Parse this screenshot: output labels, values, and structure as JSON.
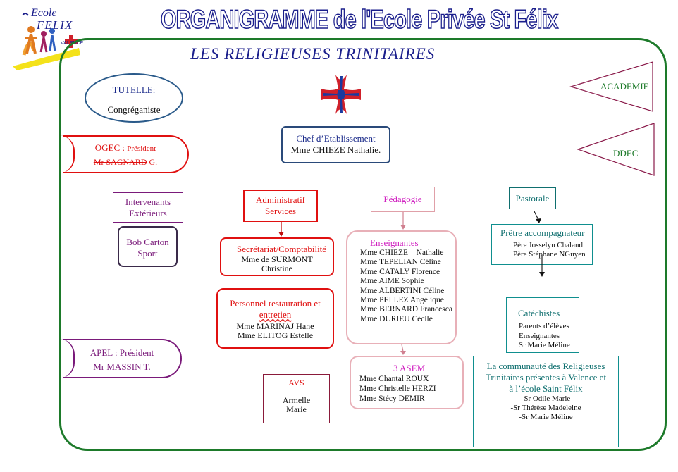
{
  "logo": {
    "line1": "Ecole",
    "line2": "FELIX",
    "city": "VALENCE"
  },
  "title": "ORGANIGRAMME  de l'Ecole Privée St Félix",
  "subtitle": "LES RELIGIEUSES TRINITAIRES",
  "tutelle": {
    "heading": "TUTELLE:",
    "value": "Congréganiste"
  },
  "ogec": {
    "label": "OGEC : ",
    "role": "Président",
    "name_prefix": "Mr  SAGNARD",
    "name_suffix": " G."
  },
  "intervenants": {
    "line1": "Intervenants",
    "line2": "Extérieurs"
  },
  "bob": {
    "line1": "Bob Carton",
    "line2": "Sport"
  },
  "apel": {
    "line1": "APEL : Président",
    "line2": "Mr MASSIN T."
  },
  "chef": {
    "line1": "Chef d’Etablissement",
    "line2": "Mme CHIEZE Nathalie."
  },
  "academie": "ACADEMIE",
  "ddec": "DDEC",
  "administratif": {
    "line1": "Administratif",
    "line2": "Services"
  },
  "secretariat": {
    "heading": "Secrétariat/Comptabilité",
    "line1": "Mme de SURMONT",
    "line2": "Christine"
  },
  "restauration": {
    "heading": "Personnel restauration et",
    "heading2": "entretien",
    "line1": "Mme MARINAJ Hane",
    "line2": "Mme ELITOG Estelle"
  },
  "avs": {
    "heading": "AVS",
    "line1": "Armelle",
    "line2": "Marie"
  },
  "pedagogie": "Pédagogie",
  "enseignantes": {
    "heading": "Enseignantes",
    "names": [
      "Mme CHIEZE    Nathalie",
      "Mme TEPELIAN Céline",
      "Mme CATALY Florence",
      "Mme AIME Sophie",
      "Mme ALBERTINI Céline",
      "Mme PELLEZ Angélique",
      "Mme BERNARD Francesca",
      "Mme DURIEU Cécile"
    ]
  },
  "asem": {
    "heading": "3 ASEM",
    "names": [
      "Mme Chantal ROUX",
      "Mme Christelle HERZI",
      "Mme Stécy DEMIR"
    ]
  },
  "pastorale": "Pastorale",
  "pretre": {
    "heading": "Prêtre accompagnateur",
    "names": [
      "Père Josselyn Chaland",
      "Père Stéphane NGuyen"
    ]
  },
  "catechistes": {
    "heading": "Catéchistes",
    "names": [
      "Parents d’élèves",
      "Enseignantes",
      "Sr Marie Méline"
    ]
  },
  "communaute": {
    "heading1": "La communauté des Religieuses",
    "heading2": "Trinitaires présentes à Valence et",
    "heading3": "à l’école Saint Félix",
    "names": [
      "-Sr Odile Marie",
      "-Sr Thérèse Madeleine",
      "-Sr Marie Méline"
    ]
  },
  "colors": {
    "frame": "#1d7a2a",
    "title": "#1b1f8c",
    "cross_red": "#d0202a",
    "cross_blue": "#1a3aa0"
  }
}
